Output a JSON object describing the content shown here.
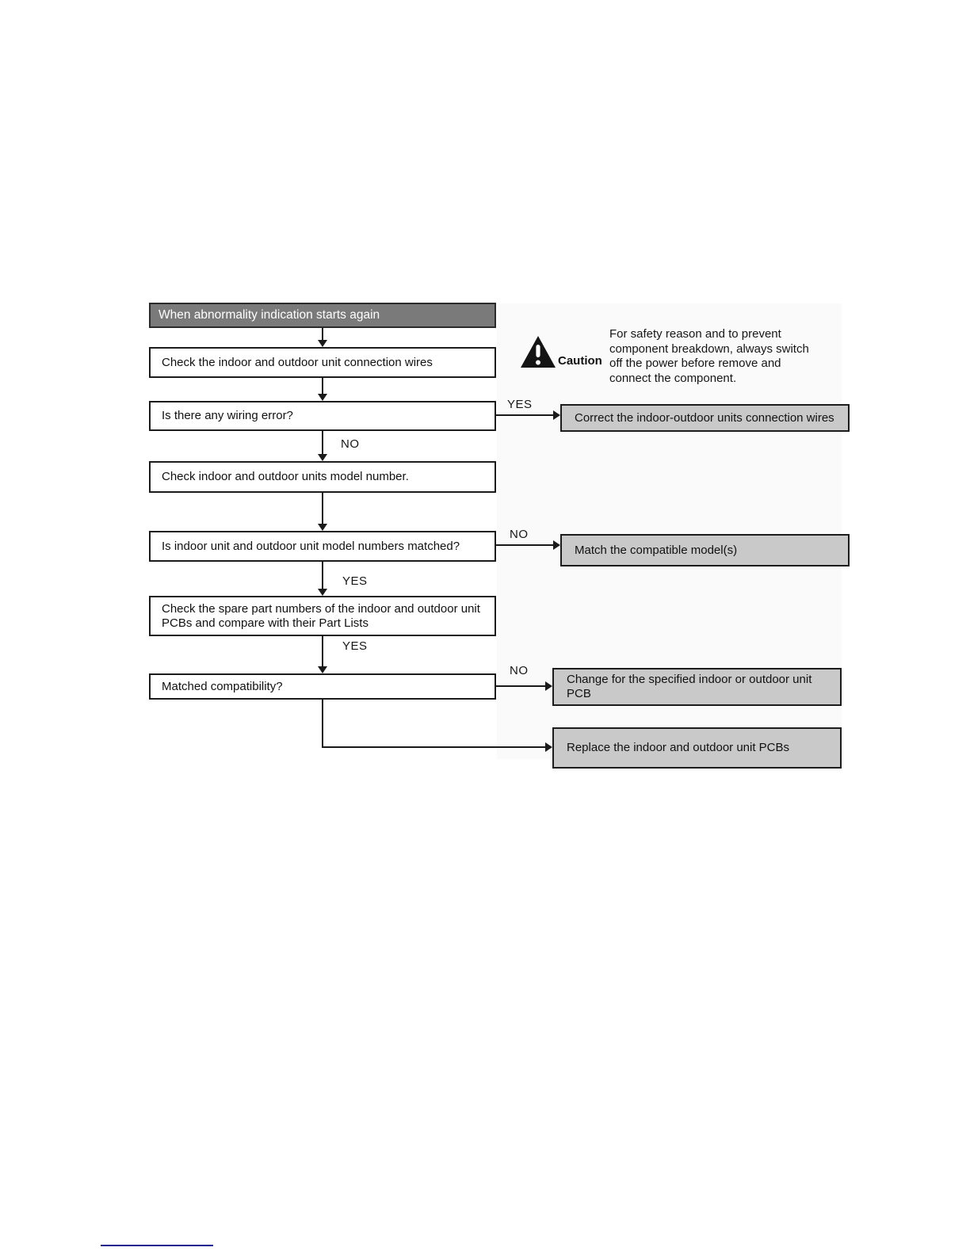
{
  "colors": {
    "start_fill": "#7a7a7a",
    "start_text": "#ffffff",
    "process_fill": "#ffffff",
    "action_fill": "#c9c9c9",
    "box_border": "#1c1c1c",
    "connector": "#1a1a1a",
    "footer_line": "#1b1b8e",
    "panel_tint": "#fafafa"
  },
  "flowchart": {
    "start": {
      "text": "When abnormality indication starts again"
    },
    "steps": {
      "check_wires": {
        "text": "Check the indoor and outdoor unit connection wires"
      },
      "wiring_error": {
        "text": "Is there any wiring error?"
      },
      "check_model": {
        "text": "Check indoor and outdoor units model number."
      },
      "model_matched": {
        "text": "Is indoor unit and outdoor unit model numbers matched?"
      },
      "check_spare": {
        "text": "Check the spare part numbers of the indoor and outdoor unit PCBs and compare with their Part Lists"
      },
      "matched_compat": {
        "text": "Matched compatibility?"
      }
    },
    "actions": {
      "correct_wires": {
        "text": "Correct the indoor-outdoor units connection wires"
      },
      "match_model": {
        "text": "Match the compatible model(s)"
      },
      "change_pcb": {
        "text": "Change for the specified indoor or outdoor unit PCB"
      },
      "replace_pcbs": {
        "text": "Replace the indoor and outdoor unit PCBs"
      }
    },
    "branch_labels": {
      "yes1": "YES",
      "no1": "NO",
      "no2": "NO",
      "yes2": "YES",
      "yes3": "YES",
      "no3": "NO"
    }
  },
  "caution": {
    "icon": "warning-triangle",
    "label": "Caution",
    "text": "For safety reason and to prevent\ncomponent breakdown, always switch\noff the power before remove and\nconnect the component."
  }
}
